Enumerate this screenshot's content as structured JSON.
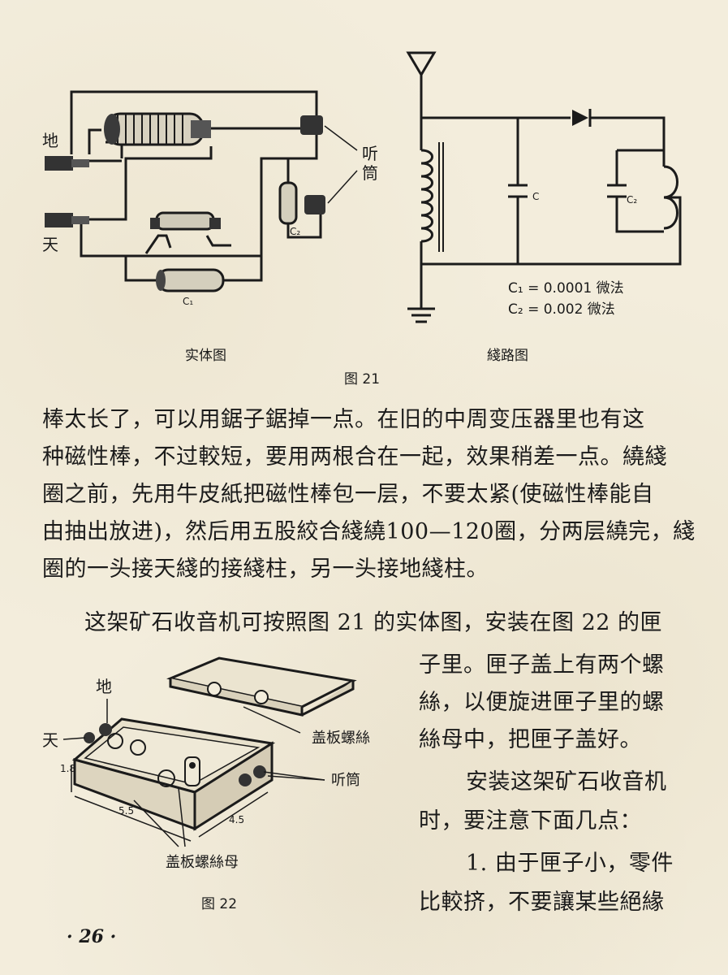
{
  "fig21": {
    "ground_label": "地",
    "antenna_label": "天",
    "earphone_label_1": "听",
    "earphone_label_2": "筒",
    "c1_label": "C₁",
    "c2_label": "C₂",
    "schematic_c1": "C",
    "schematic_c2": "C₂",
    "formula_c1": "C₁ = 0.0001 微法",
    "formula_c2": "C₂ = 0.002  微法",
    "caption_physical": "实体图",
    "caption_circuit": "綫路图",
    "caption": "图 21"
  },
  "body": {
    "p1_lines": [
      "棒太长了，可以用鋸子鋸掉一点。在旧的中周变压器里也有这",
      "种磁性棒，不过較短，要用两根合在一起，效果稍差一点。繞綫",
      "圈之前，先用牛皮紙把磁性棒包一层，不要太紧(使磁性棒能自",
      "由抽出放进)，然后用五股絞合綫繞100—120圈，分两层繞完，綫",
      "圈的一头接天綫的接綫柱，另一头接地綫柱。"
    ],
    "p2_line1": "这架矿石收音机可按照图 21 的实体图，安装在图 22 的匣",
    "right_lines": [
      "子里。匣子盖上有两个螺",
      "絲，以便旋进匣子里的螺",
      "絲母中，把匣子盖好。",
      "安装这架矿石收音机",
      "时，要注意下面几点：",
      "1. 由于匣子小，零件",
      "比較挤，不要讓某些絕緣"
    ]
  },
  "fig22": {
    "ground_label": "地",
    "antenna_label": "天",
    "lid_screw_label": "盖板螺絲",
    "earphone_label": "听筒",
    "nut_label": "盖板螺絲母",
    "dim_height": "1.8",
    "dim_width": "5.5",
    "dim_depth": "4.5",
    "caption": "图 22"
  },
  "page_number": "· 26 ·"
}
